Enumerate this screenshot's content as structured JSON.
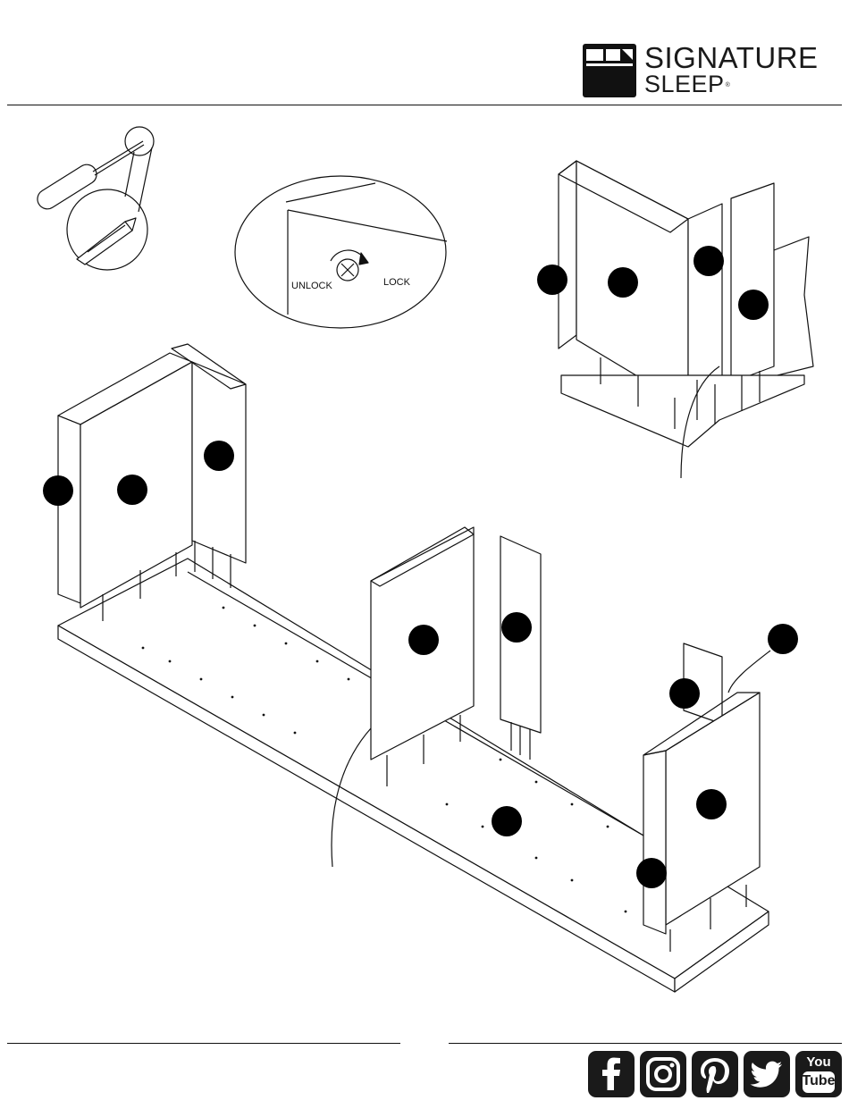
{
  "brand": {
    "line1": "SIGNATURE",
    "line2": "SLEEP",
    "reg_mark": "®"
  },
  "lock_detail": {
    "unlock_label": "UNLOCK",
    "lock_label": "LOCK"
  },
  "tool": {
    "icon": "phillips-screwdriver-icon"
  },
  "footer": {
    "social_icons": [
      "facebook-icon",
      "instagram-icon",
      "pinterest-icon",
      "twitter-icon",
      "youtube-icon"
    ],
    "youtube_top": "You",
    "youtube_bottom": "Tube"
  },
  "colors": {
    "ink": "#111111",
    "paper": "#ffffff",
    "badge": "#000000"
  }
}
